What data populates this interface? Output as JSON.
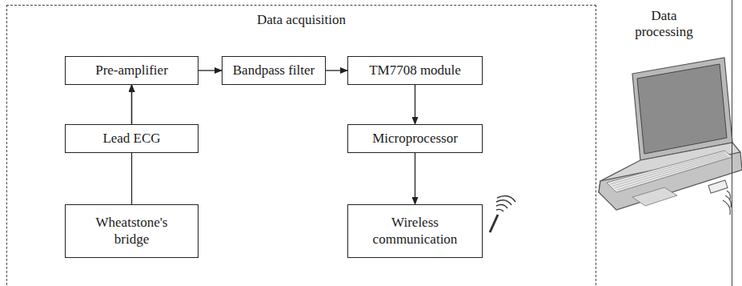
{
  "diagram": {
    "nodes": [
      {
        "text": [
          "Data acquisition"
        ]
      },
      {
        "text": [
          "Data processing"
        ]
      },
      {
        "text": [
          "Pre-amplifier"
        ],
        "in": 0
      },
      {
        "text": [
          "Bandpass filter"
        ],
        "in": 0
      },
      {
        "text": [
          "TM7708 module"
        ],
        "in": 0
      },
      {
        "text": [
          "Lead ECG"
        ],
        "in": 0
      },
      {
        "text": [
          "Microprocessor"
        ],
        "in": 0
      },
      {
        "text": [
          "Wheatstone's bridge"
        ],
        "in": 0
      },
      {
        "text": [
          "Wireless communication"
        ],
        "in": 0
      }
    ],
    "edges": [
      {
        "from": 5,
        "to": 2,
        "arrow": "to"
      },
      {
        "from": 7,
        "to": 2,
        "arrow": "to"
      },
      {
        "from": 2,
        "to": 3,
        "arrow": "to"
      },
      {
        "from": 3,
        "to": 4,
        "arrow": "to"
      },
      {
        "from": 4,
        "to": 6,
        "arrow": "to"
      },
      {
        "from": 6,
        "to": 8,
        "arrow": "to"
      }
    ]
  }
}
